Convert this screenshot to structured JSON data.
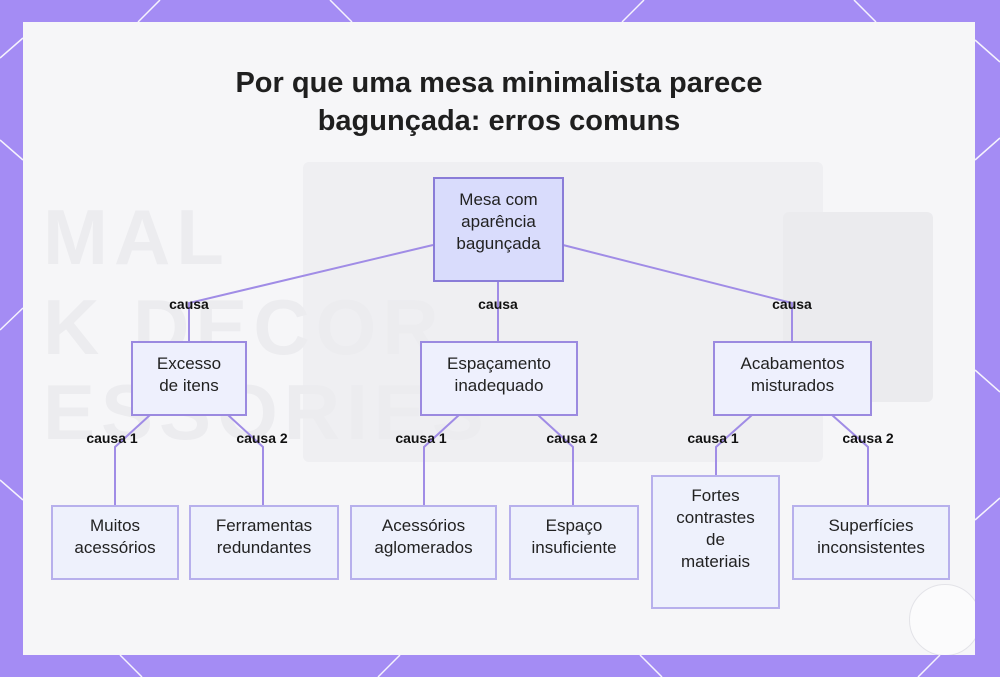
{
  "title": {
    "line1": "Por que uma mesa minimalista parece",
    "line2": "bagunçada: erros comuns"
  },
  "nodes": {
    "root": [
      "Mesa com",
      "aparência",
      "bagunçada"
    ],
    "excesso": [
      "Excesso",
      "de itens"
    ],
    "espacamento": [
      "Espaçamento",
      "inadequado"
    ],
    "acabamentos": [
      "Acabamentos",
      "misturados"
    ],
    "muitos": [
      "Muitos",
      "acessórios"
    ],
    "ferramentas": [
      "Ferramentas",
      "redundantes"
    ],
    "aglomerados": [
      "Acessórios",
      "aglomerados"
    ],
    "insuficiente": [
      "Espaço",
      "insuficiente"
    ],
    "contrastes": [
      "Fortes",
      "contrastes",
      "de",
      "materiais"
    ],
    "superficies": [
      "Superfícies",
      "inconsistentes"
    ]
  },
  "edge_labels": {
    "causa": "causa",
    "causa1": "causa 1",
    "causa2": "causa 2"
  },
  "colors": {
    "frame": "#a48cf4",
    "edge": "#a08ce6",
    "root_fill": "#d9dcfc",
    "node_fill": "#eef0fd"
  }
}
